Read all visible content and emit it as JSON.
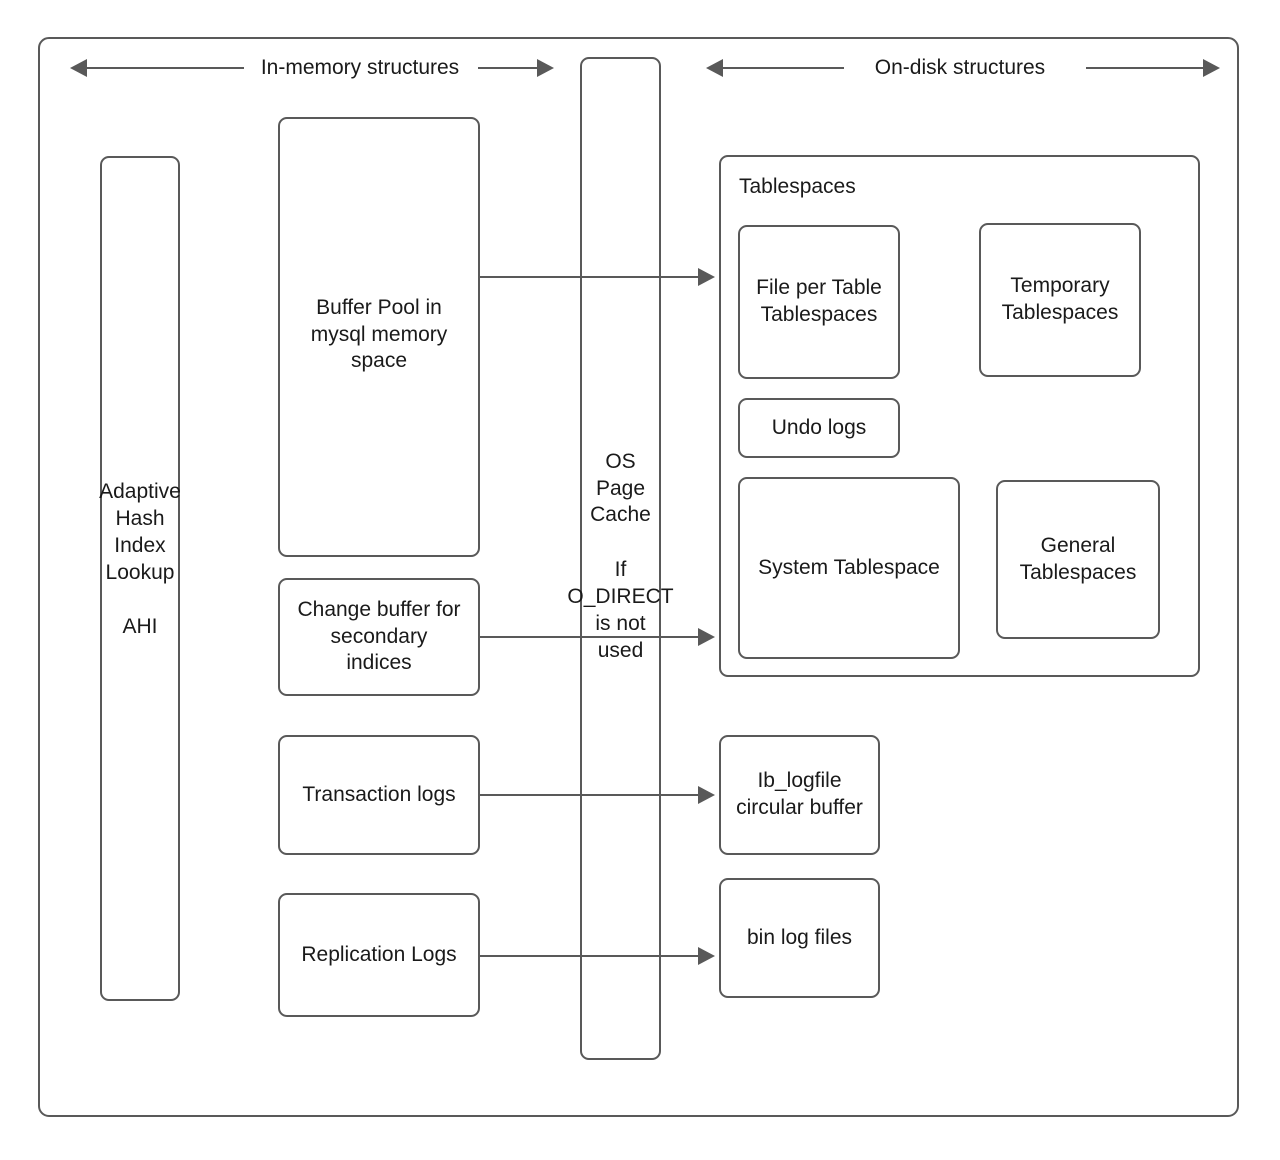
{
  "diagram": {
    "title_left": "In-memory structures",
    "title_right": "On-disk structures",
    "colors": {
      "stroke": "#595959",
      "text": "#1a1a1a",
      "background": "#ffffff"
    }
  },
  "in_memory": {
    "adaptive_hash_index": "Adaptive\nHash\nIndex\nLookup\n\nAHI",
    "buffer_pool": "Buffer Pool in\nmysql memory\nspace",
    "change_buffer": "Change buffer for\nsecondary\nindices",
    "transaction_logs": "Transaction logs",
    "replication_logs": "Replication Logs"
  },
  "os_layer": {
    "page_cache": "OS\nPage\nCache",
    "condition": "If\nO_DIRECT\nis not\nused"
  },
  "on_disk": {
    "tablespaces_group_title": "Tablespaces",
    "file_per_table": "File per Table\nTablespaces",
    "temporary": "Temporary\nTablespaces",
    "undo_logs": "Undo logs",
    "system_tablespace": "System Tablespace",
    "general": "General\nTablespaces",
    "ib_logfile": "Ib_logfile\ncircular buffer",
    "bin_log_files": "bin log files"
  }
}
